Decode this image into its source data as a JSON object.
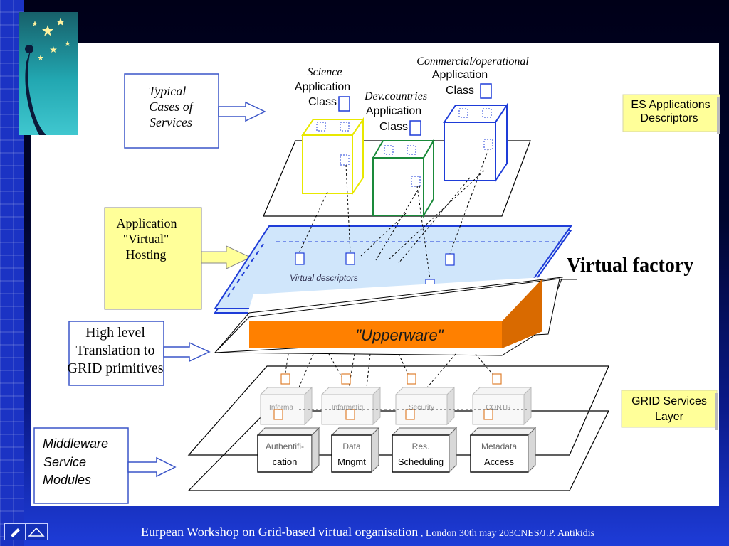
{
  "labels": {
    "typical_cases": [
      "Typical",
      "Cases of",
      "Services"
    ],
    "science_class": [
      "Science",
      "Application",
      "Class"
    ],
    "dev_class": [
      "Dev.countries",
      "Application",
      "Class"
    ],
    "commercial_class": [
      "Commercial/operational",
      "Application",
      "Class"
    ],
    "es_applications": [
      "ES Applications",
      "Descriptors"
    ],
    "app_virtual_hosting": [
      "Application",
      "\"Virtual\"",
      "Hosting"
    ],
    "virtual_descriptors": "Virtual descriptors",
    "virtual_factory": "Virtual factory",
    "upperware": "\"Upperware\"",
    "high_level": [
      "High level",
      "Translation to",
      "GRID primitives"
    ],
    "grid_services": [
      "GRID Services",
      "Layer"
    ],
    "middleware": [
      "Middleware",
      "Service",
      "Modules"
    ],
    "modules": [
      [
        "Authentifi-",
        "cation"
      ],
      [
        "Data",
        "Mngmt"
      ],
      [
        "Res.",
        "Scheduling"
      ],
      [
        "Metadata",
        "Access"
      ]
    ],
    "upper_modules": [
      "Informa",
      "Informatiq",
      "Security",
      "CONTR"
    ]
  },
  "footer": {
    "main": "Eurpean Workshop on Grid-based virtual organisation",
    "sub": " , London 30th may 203CNES/J.P. Antikidis"
  },
  "colors": {
    "upperware": "#ff8000",
    "callout_yellow": "#ffff99",
    "descriptor_blue": "#1e3cd8"
  }
}
